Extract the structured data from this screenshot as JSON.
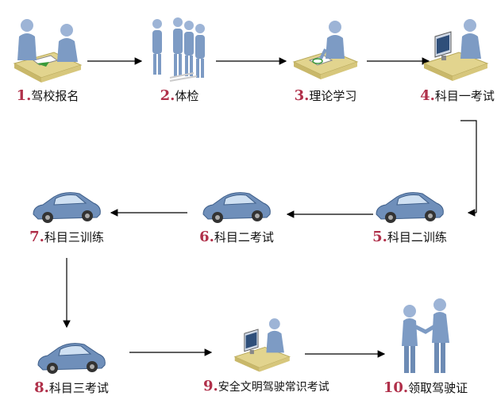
{
  "steps": [
    {
      "number": "1.",
      "text": "驾校报名",
      "icon": "registration-desk"
    },
    {
      "number": "2.",
      "text": "体检",
      "icon": "people-queue"
    },
    {
      "number": "3.",
      "text": "理论学习",
      "icon": "study-desk"
    },
    {
      "number": "4.",
      "text": "科目一考试",
      "icon": "computer-exam"
    },
    {
      "number": "5.",
      "text": "科目二训练",
      "icon": "car"
    },
    {
      "number": "6.",
      "text": "科目二考试",
      "icon": "car"
    },
    {
      "number": "7.",
      "text": "科目三训练",
      "icon": "car"
    },
    {
      "number": "8.",
      "text": "科目三考试",
      "icon": "car"
    },
    {
      "number": "9.",
      "text": "安全文明驾驶常识考试",
      "icon": "computer-exam"
    },
    {
      "number": "10.",
      "text": "领取驾驶证",
      "icon": "handshake"
    }
  ],
  "colors": {
    "number": "#b0304a",
    "text": "#111111",
    "arrow": "#000000",
    "figure": "#7d9bc4",
    "car": "#6f8fba",
    "desk": "#e2d48e"
  }
}
